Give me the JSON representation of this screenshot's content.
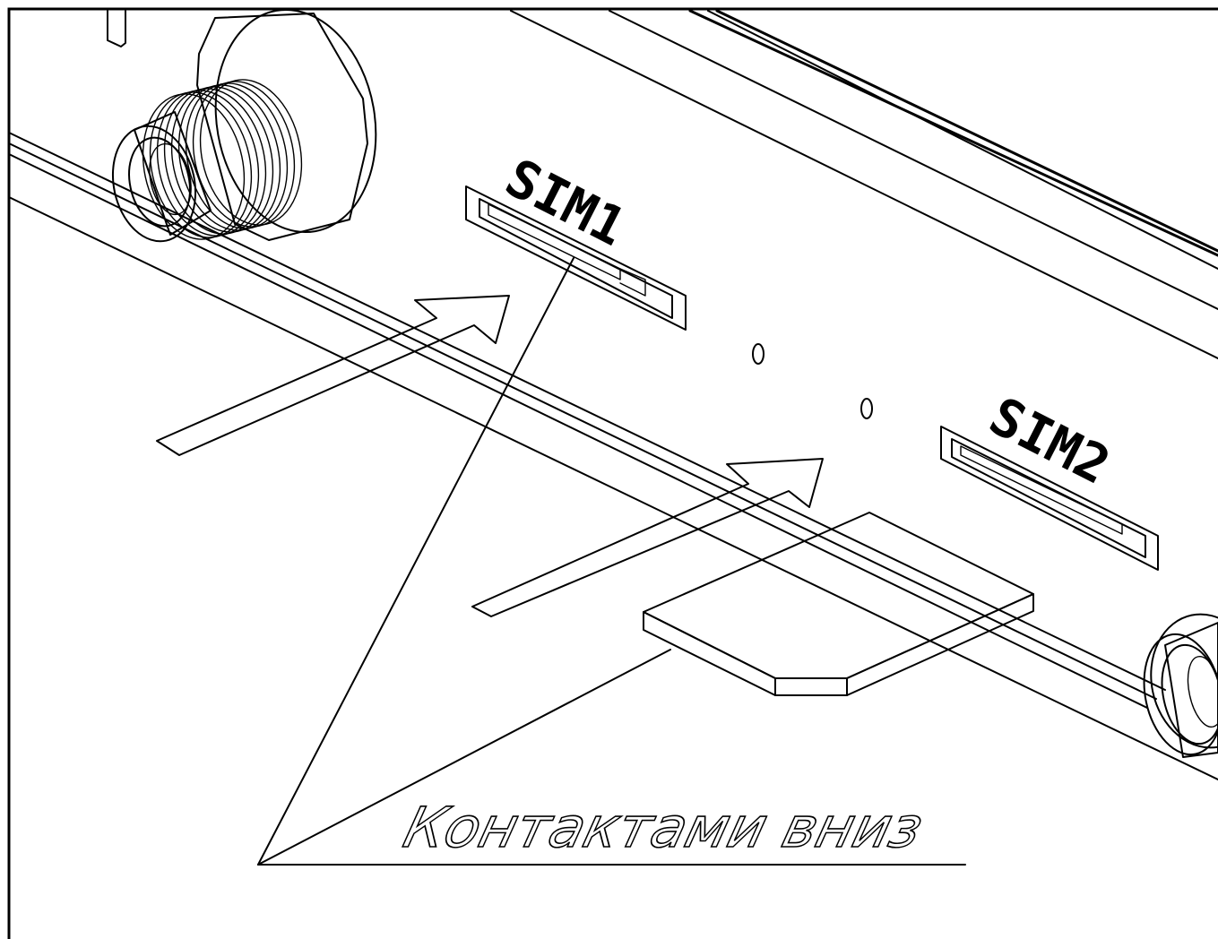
{
  "labels": {
    "sim1": "SIM1",
    "sim2": "SIM2",
    "note": "Контактами вниз"
  },
  "colors": {
    "line": "#000000",
    "fill_light": "#e8e8e8",
    "background": "#ffffff"
  }
}
